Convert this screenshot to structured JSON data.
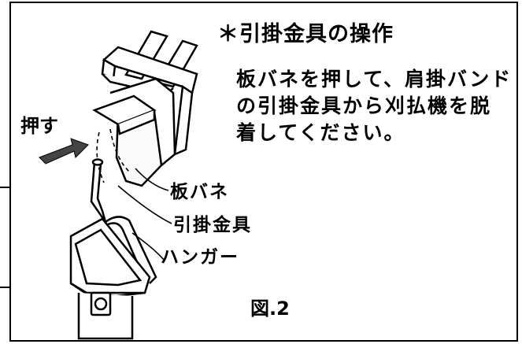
{
  "title": "＊引掛金具の操作",
  "instructions": [
    "板バネを押して、肩掛バンド",
    "の引掛金具から刈払機を脱",
    "着してください。"
  ],
  "labels": {
    "push": "押す",
    "leaf_spring": "板バネ",
    "hook_fitting": "引掛金具",
    "hanger": "ハンガー"
  },
  "figure_label": "図.2"
}
